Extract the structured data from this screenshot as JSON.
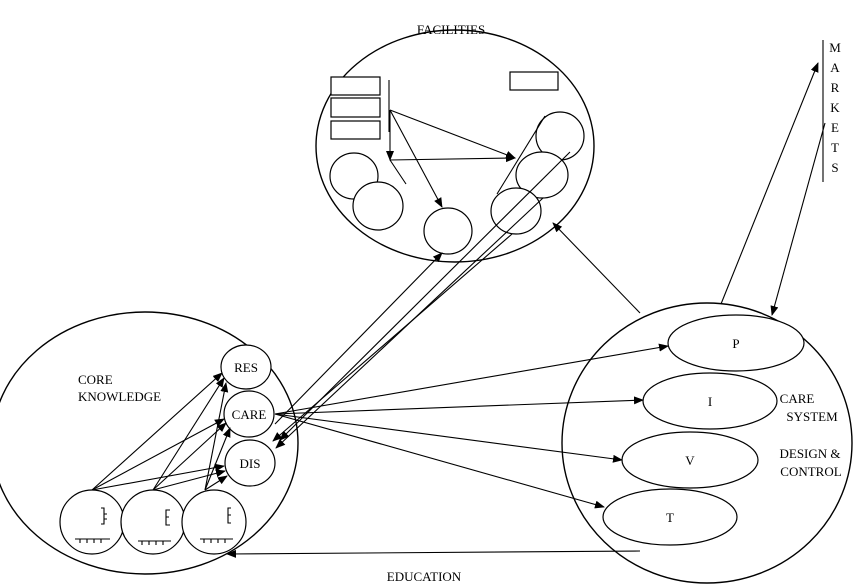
{
  "labels": {
    "facilities": "FACILITIES",
    "markets_letters": [
      "M",
      "A",
      "R",
      "K",
      "E",
      "T",
      "S"
    ],
    "core_line1": "CORE",
    "core_line2": "KNOWLEDGE",
    "res": "RES",
    "care": "CARE",
    "dis": "DIS",
    "care_system_line1": "CARE",
    "care_system_line2": "SYSTEM",
    "design_line1": "DESIGN &",
    "design_line2": "CONTROL",
    "p": "P",
    "i": "I",
    "v": "V",
    "t": "T",
    "education": "EDUCATION"
  }
}
